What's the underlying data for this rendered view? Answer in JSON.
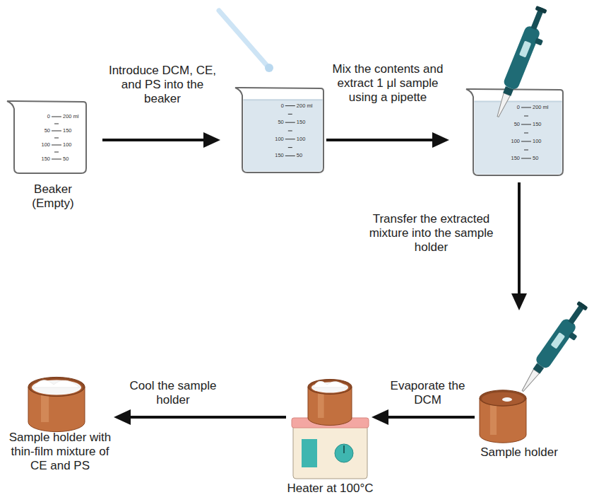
{
  "diagram": {
    "nodes": [
      {
        "text": [
          "0",
          "200 ml",
          "50",
          "150",
          "100",
          "100",
          "150",
          "50",
          "Beaker (Empty)"
        ]
      },
      {
        "text": [
          "0",
          "200 ml",
          "50",
          "150",
          "100",
          "100",
          "150",
          "50"
        ]
      },
      {
        "text": [
          "0",
          "200 ml",
          "50",
          "150",
          "100",
          "100",
          "150",
          "50"
        ]
      },
      {
        "text": [
          "Sample holder"
        ]
      },
      {
        "text": [
          "Heater at 100°C"
        ]
      },
      {
        "text": [
          "Sample holder with thin-film mixture of CE and PS"
        ]
      }
    ],
    "edges": [
      {
        "from": 0,
        "to": 1,
        "arrow": "to",
        "label": "Introduce DCM, CE, and PS into the beaker"
      },
      {
        "from": 1,
        "to": 2,
        "arrow": "to",
        "label": "Mix the contents and extract 1 μl sample using a pipette"
      },
      {
        "from": 2,
        "to": 3,
        "arrow": "to",
        "label": "Transfer the extracted mixture into the sample holder"
      },
      {
        "from": 3,
        "to": 4,
        "arrow": "to",
        "label": "Evaporate the DCM"
      },
      {
        "from": 4,
        "to": 5,
        "arrow": "to",
        "label": "Cool the sample holder"
      }
    ]
  }
}
